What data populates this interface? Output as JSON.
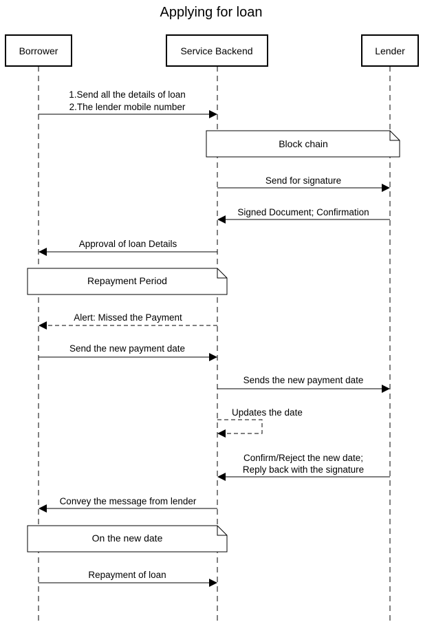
{
  "title": "Applying for loan",
  "participants": {
    "borrower": "Borrower",
    "backend": "Service Backend",
    "lender": "Lender"
  },
  "messages": {
    "m1_line1": "1.Send all the details of loan",
    "m1_line2": "2.The lender mobile number",
    "m2": "Send for signature",
    "m3": "Signed Document; Confirmation",
    "m4": "Approval of loan Details",
    "m5": "Alert: Missed the Payment",
    "m6": "Send the new payment date",
    "m7": "Sends the new payment date",
    "m8": "Updates the date",
    "m9_line1": "Confirm/Reject the new date;",
    "m9_line2": "Reply back with the signature",
    "m10": "Convey the message from lender",
    "m11": "Repayment of loan"
  },
  "notes": {
    "n1": "Block chain",
    "n2": "Repayment Period",
    "n3": "On the new date"
  }
}
